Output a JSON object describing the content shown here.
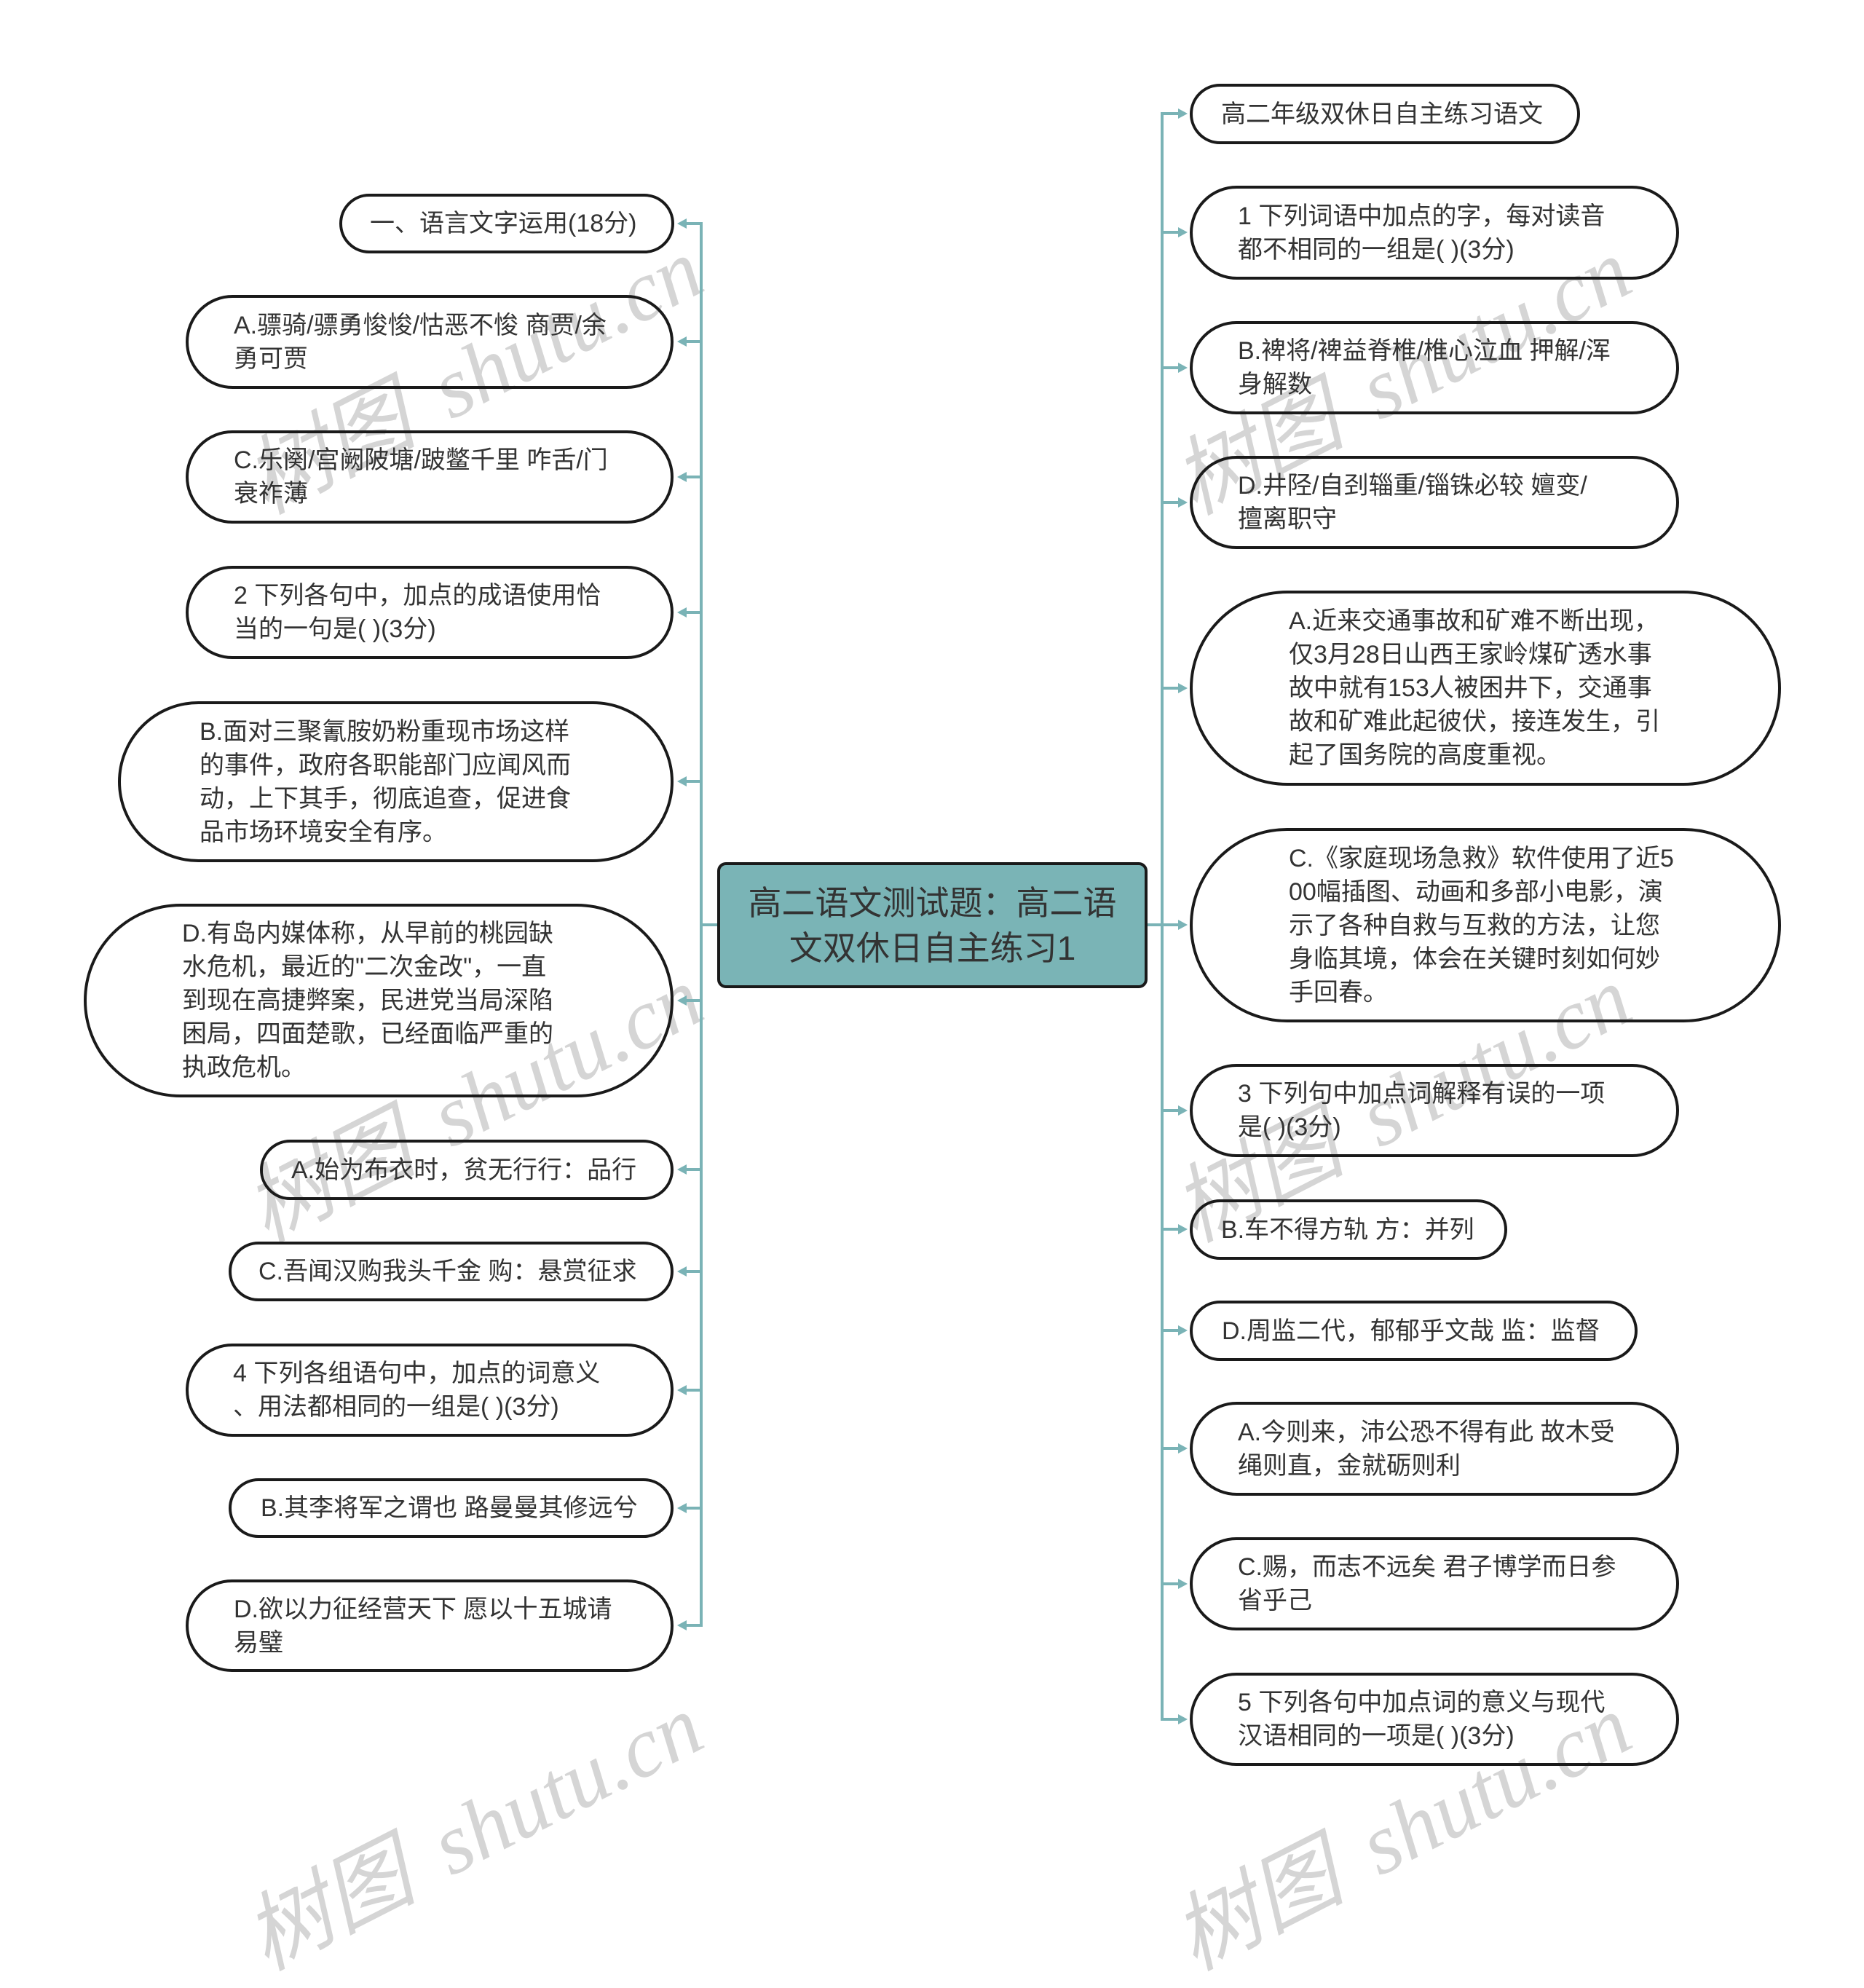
{
  "mindmap": {
    "root": {
      "lines": [
        "高二语文测试题：高二语",
        "文双休日自主练习1"
      ]
    },
    "left_branches": [
      {
        "lines": [
          "一、语言文字运用(18分)"
        ]
      },
      {
        "lines": [
          "A.骠骑/骠勇悛悛/怙恶不悛 商贾/余",
          "勇可贾"
        ]
      },
      {
        "lines": [
          "C.乐阕/宫阙陂塘/跛鳖千里 咋舌/门",
          "衰祚薄"
        ]
      },
      {
        "lines": [
          "2 下列各句中，加点的成语使用恰",
          "当的一句是( )(3分)"
        ]
      },
      {
        "lines": [
          "B.面对三聚氰胺奶粉重现市场这样",
          "的事件，政府各职能部门应闻风而",
          "动，上下其手，彻底追查，促进食",
          "品市场环境安全有序。"
        ]
      },
      {
        "lines": [
          "D.有岛内媒体称，从早前的桃园缺",
          "水危机，最近的\"二次金改\"，一直",
          "到现在高捷弊案，民进党当局深陷",
          "困局，四面楚歌，已经面临严重的",
          "执政危机。"
        ]
      },
      {
        "lines": [
          "A.始为布衣时，贫无行行：品行"
        ]
      },
      {
        "lines": [
          "C.吾闻汉购我头千金 购：悬赏征求"
        ]
      },
      {
        "lines": [
          "4 下列各组语句中，加点的词意义",
          "、用法都相同的一组是( )(3分)"
        ]
      },
      {
        "lines": [
          "B.其李将军之谓也 路曼曼其修远兮"
        ]
      },
      {
        "lines": [
          "D.欲以力征经营天下 愿以十五城请",
          "易璧"
        ]
      }
    ],
    "right_branches": [
      {
        "lines": [
          "高二年级双休日自主练习语文"
        ]
      },
      {
        "lines": [
          "1 下列词语中加点的字，每对读音",
          "都不相同的一组是( )(3分)"
        ]
      },
      {
        "lines": [
          "B.裨将/裨益脊椎/椎心泣血 押解/浑",
          "身解数"
        ]
      },
      {
        "lines": [
          "D.井陉/自刭辎重/锱铢必较 嬗变/",
          "擅离职守"
        ]
      },
      {
        "lines": [
          "A.近来交通事故和矿难不断出现，",
          "仅3月28日山西王家岭煤矿透水事",
          "故中就有153人被困井下，交通事",
          "故和矿难此起彼伏，接连发生，引",
          "起了国务院的高度重视。"
        ]
      },
      {
        "lines": [
          "C.《家庭现场急救》软件使用了近5",
          "00幅插图、动画和多部小电影，演",
          "示了各种自救与互救的方法，让您",
          "身临其境，体会在关键时刻如何妙",
          "手回春。"
        ]
      },
      {
        "lines": [
          "3 下列句中加点词解释有误的一项",
          "是( )(3分)"
        ]
      },
      {
        "lines": [
          "B.车不得方轨 方：并列"
        ]
      },
      {
        "lines": [
          "D.周监二代，郁郁乎文哉 监：监督"
        ]
      },
      {
        "lines": [
          "A.今则来，沛公恐不得有此 故木受",
          "绳则直，金就砺则利"
        ]
      },
      {
        "lines": [
          "C.赐，而志不远矣 君子博学而日参",
          "省乎己"
        ]
      },
      {
        "lines": [
          "5 下列各句中加点词的意义与现代",
          "汉语相同的一项是( )(3分)"
        ]
      }
    ]
  },
  "watermark": {
    "text": "树图 shutu.cn"
  },
  "colors": {
    "root_fill": "#7ab4b6",
    "connector": "#7ab3b6",
    "node_border": "#1a1a1a",
    "text": "#333333",
    "watermark": "#d5d5d5",
    "background": "#ffffff"
  }
}
